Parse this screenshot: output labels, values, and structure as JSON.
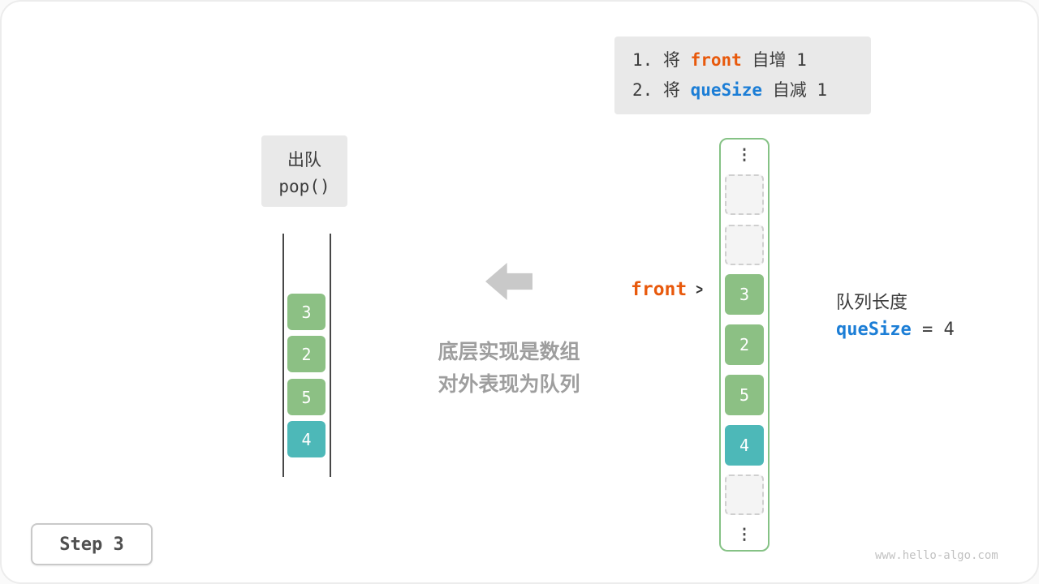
{
  "instruction_box": {
    "line1": {
      "prefix": "1. 将 ",
      "code": "front",
      "suffix": " 自增 1"
    },
    "line2": {
      "prefix": "2. 将 ",
      "code": "queSize",
      "suffix": " 自减 1"
    }
  },
  "operation_box": {
    "title": "出队",
    "code": "pop()"
  },
  "abstract_queue": {
    "cells": [
      {
        "value": "3",
        "color": "green"
      },
      {
        "value": "2",
        "color": "green"
      },
      {
        "value": "5",
        "color": "green"
      },
      {
        "value": "4",
        "color": "teal"
      }
    ]
  },
  "middle_caption": {
    "line1": "底层实现是数组",
    "line2": "对外表现为队列"
  },
  "front_pointer": {
    "label": "front",
    "chevron": ">"
  },
  "array_view": {
    "ellipsis_glyph": "⋮",
    "slots": [
      {
        "type": "ellipsis"
      },
      {
        "type": "empty"
      },
      {
        "type": "empty"
      },
      {
        "type": "value",
        "value": "3",
        "color": "green"
      },
      {
        "type": "value",
        "value": "2",
        "color": "green"
      },
      {
        "type": "value",
        "value": "5",
        "color": "green"
      },
      {
        "type": "value",
        "value": "4",
        "color": "teal"
      },
      {
        "type": "empty"
      },
      {
        "type": "ellipsis"
      }
    ]
  },
  "queue_info": {
    "label": "队列长度",
    "variable": "queSize",
    "equation": " = 4"
  },
  "step_label": "Step 3",
  "watermark": "www.hello-algo.com",
  "colors": {
    "accent_orange": "#e8590c",
    "accent_blue": "#1c7ed6",
    "cell_green": "#8cc084",
    "cell_teal": "#4db8b8",
    "box_gray": "#e9e9e9",
    "arrow_gray": "#c9c9c9",
    "array_border_green": "#85c285"
  }
}
